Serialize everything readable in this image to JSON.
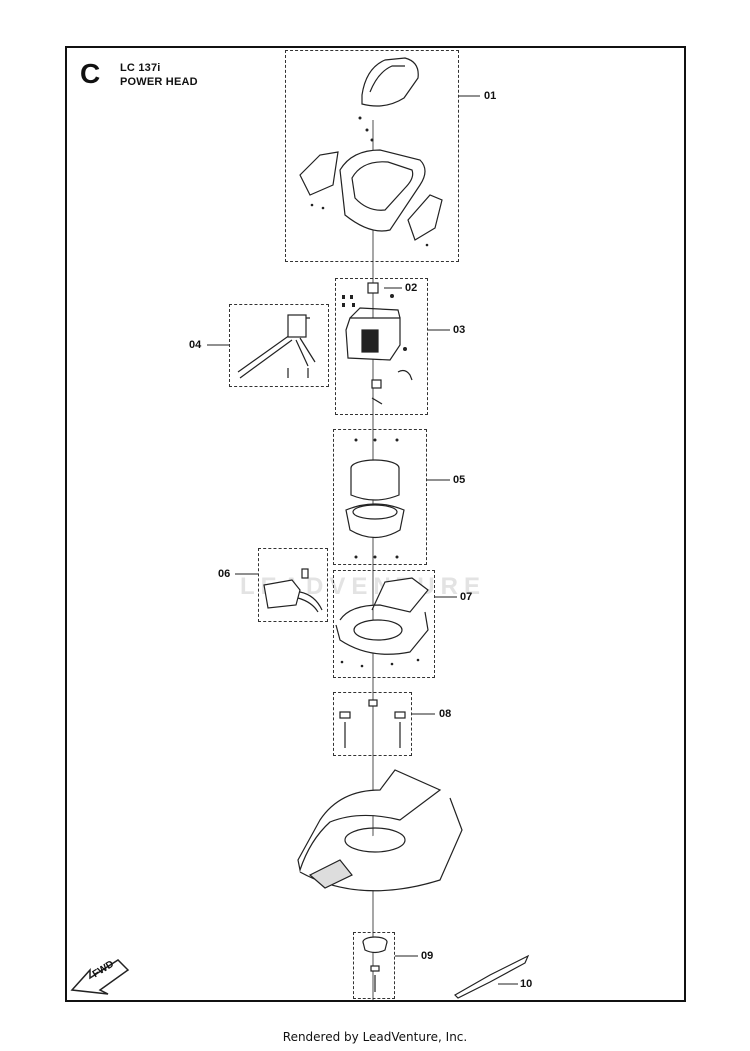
{
  "header": {
    "section_letter": "C",
    "model": "LC 137i",
    "section_title": "POWER HEAD"
  },
  "callouts": [
    "01",
    "02",
    "03",
    "04",
    "05",
    "06",
    "07",
    "08",
    "09",
    "10"
  ],
  "direction_marker": "FWD",
  "watermark": "LEADVENTURE",
  "footer": "Rendered by LeadVenture, Inc."
}
